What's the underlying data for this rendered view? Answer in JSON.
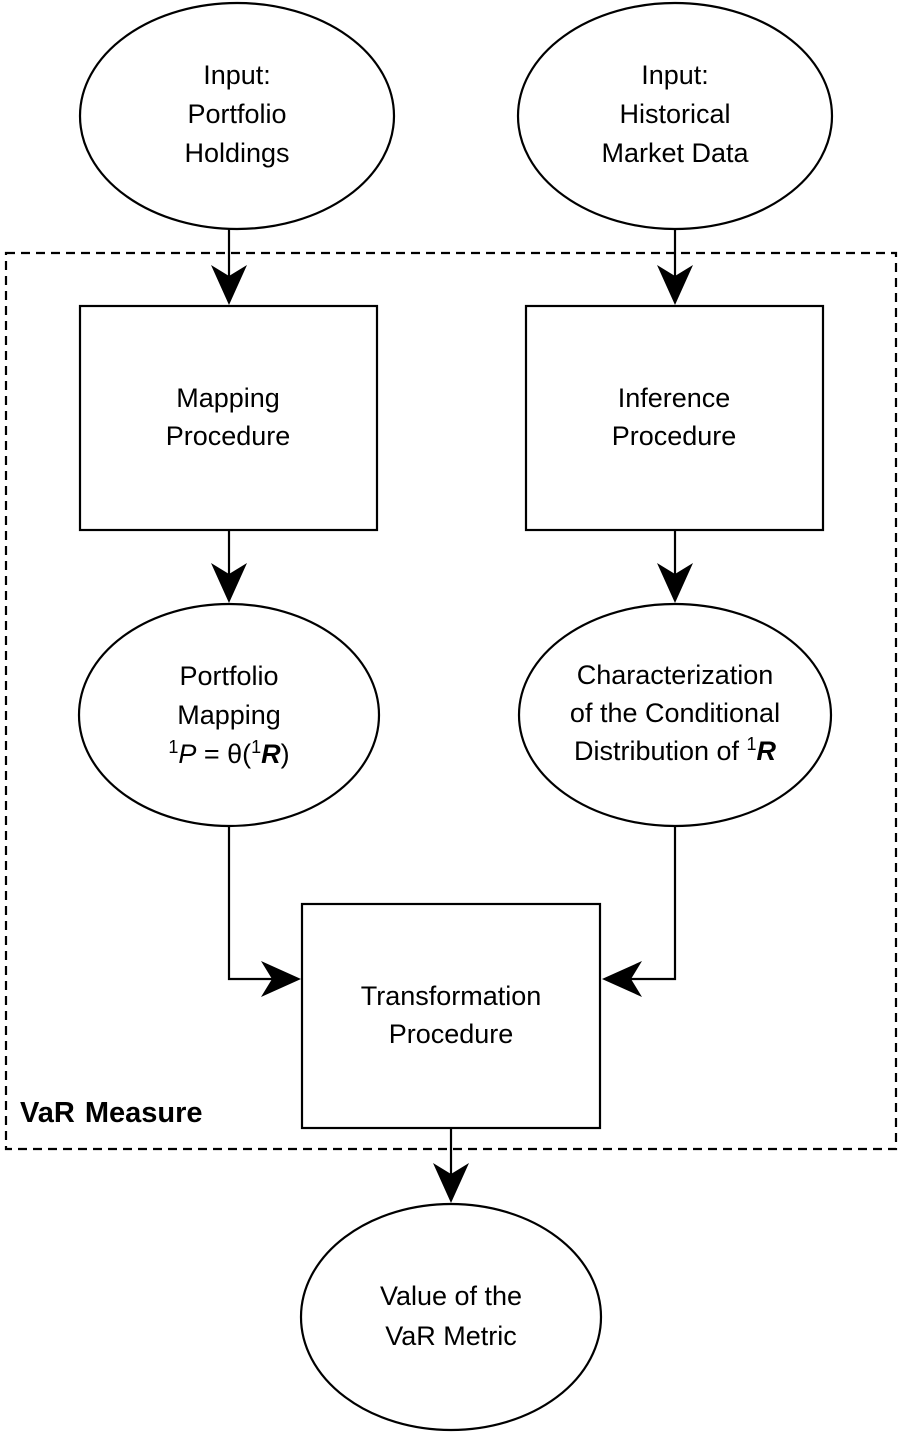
{
  "boundary": {
    "label_bold": "VaR",
    "label_rest": "Measure"
  },
  "nodes": {
    "input_portfolio": {
      "shape": "ellipse",
      "lines": [
        "Input:",
        "Portfolio",
        "Holdings"
      ]
    },
    "input_market": {
      "shape": "ellipse",
      "lines": [
        "Input:",
        "Historical",
        "Market Data"
      ]
    },
    "mapping_procedure": {
      "shape": "rectangle",
      "lines": [
        "Mapping",
        "Procedure"
      ]
    },
    "inference_procedure": {
      "shape": "rectangle",
      "lines": [
        "Inference",
        "Procedure"
      ]
    },
    "portfolio_mapping": {
      "shape": "ellipse",
      "lines": [
        "Portfolio",
        "Mapping"
      ],
      "formula": {
        "sup1": "1",
        "var_p": "P",
        "op": " = θ(",
        "sup2": "1",
        "var_r": "R",
        "close": ")"
      }
    },
    "characterization": {
      "shape": "ellipse",
      "lines": [
        "Characterization",
        "of the Conditional"
      ],
      "last_line": {
        "text": "Distribution of ",
        "sup": "1",
        "var_r": "R"
      }
    },
    "transformation_procedure": {
      "shape": "rectangle",
      "lines": [
        "Transformation",
        "Procedure"
      ]
    },
    "output_value": {
      "shape": "ellipse",
      "lines": [
        "Value of the",
        "VaR Metric"
      ]
    }
  },
  "edges": [
    {
      "from": "input_portfolio",
      "to": "mapping_procedure"
    },
    {
      "from": "input_market",
      "to": "inference_procedure"
    },
    {
      "from": "mapping_procedure",
      "to": "portfolio_mapping"
    },
    {
      "from": "inference_procedure",
      "to": "characterization"
    },
    {
      "from": "portfolio_mapping",
      "to": "transformation_procedure"
    },
    {
      "from": "characterization",
      "to": "transformation_procedure"
    },
    {
      "from": "transformation_procedure",
      "to": "output_value"
    }
  ]
}
